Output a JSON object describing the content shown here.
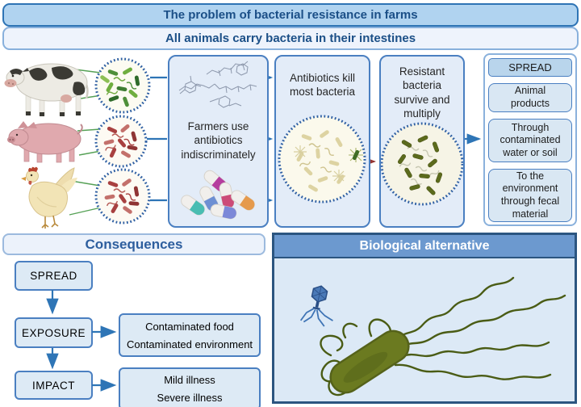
{
  "banner": {
    "title": "The problem of bacterial resistance in farms",
    "subtitle": "All animals carry bacteria in their intestines"
  },
  "flow": {
    "farmers_label": "Farmers use antibiotics indiscriminately",
    "antibiotics_label": "Antibiotics kill most bacteria",
    "resistant_label": "Resistant bacteria survive and multiply",
    "spread": {
      "header": "SPREAD",
      "items": [
        "Animal products",
        "Through contaminated water or soil",
        "To the environment through fecal material"
      ]
    }
  },
  "consequences": {
    "header": "Consequences",
    "steps": [
      "SPREAD",
      "EXPOSURE",
      "IMPACT"
    ],
    "exposure_items": [
      "Contaminated food",
      "Contaminated environment"
    ],
    "impact_items": [
      "Mild illness",
      "Severe illness"
    ]
  },
  "biological": {
    "header": "Biological alternative"
  },
  "icons": {
    "animals": [
      "cow-illustration",
      "pig-illustration",
      "chicken-illustration"
    ],
    "magnifier_circles": "gut-bacteria-magnified-circle",
    "molecule": "antibiotic-molecule-structure",
    "pills": "antibiotic-capsules",
    "dying_bacteria": "dying-bacteria-circle",
    "resistant_bacteria": "resistant-bacteria-circle",
    "phage": "bacteriophage-icon",
    "bacterium": "flagellated-bacterium-illustration"
  },
  "colors": {
    "banner_fill": "#b0d3f0",
    "banner_border": "#2e74b5",
    "box_fill": "#e3ecf8",
    "box_border": "#4a7fc1",
    "arrow_blue": "#2e75b6",
    "arrow_red": "#943634",
    "connector_green": "#56a156",
    "bio_header_fill": "#6c99cf",
    "bio_panel_border": "#2b5580",
    "healthy_bacteria_green": "#4e8f3a",
    "gut_bacteria_red": "#a84040",
    "resistant_olive": "#5c6b1d"
  }
}
